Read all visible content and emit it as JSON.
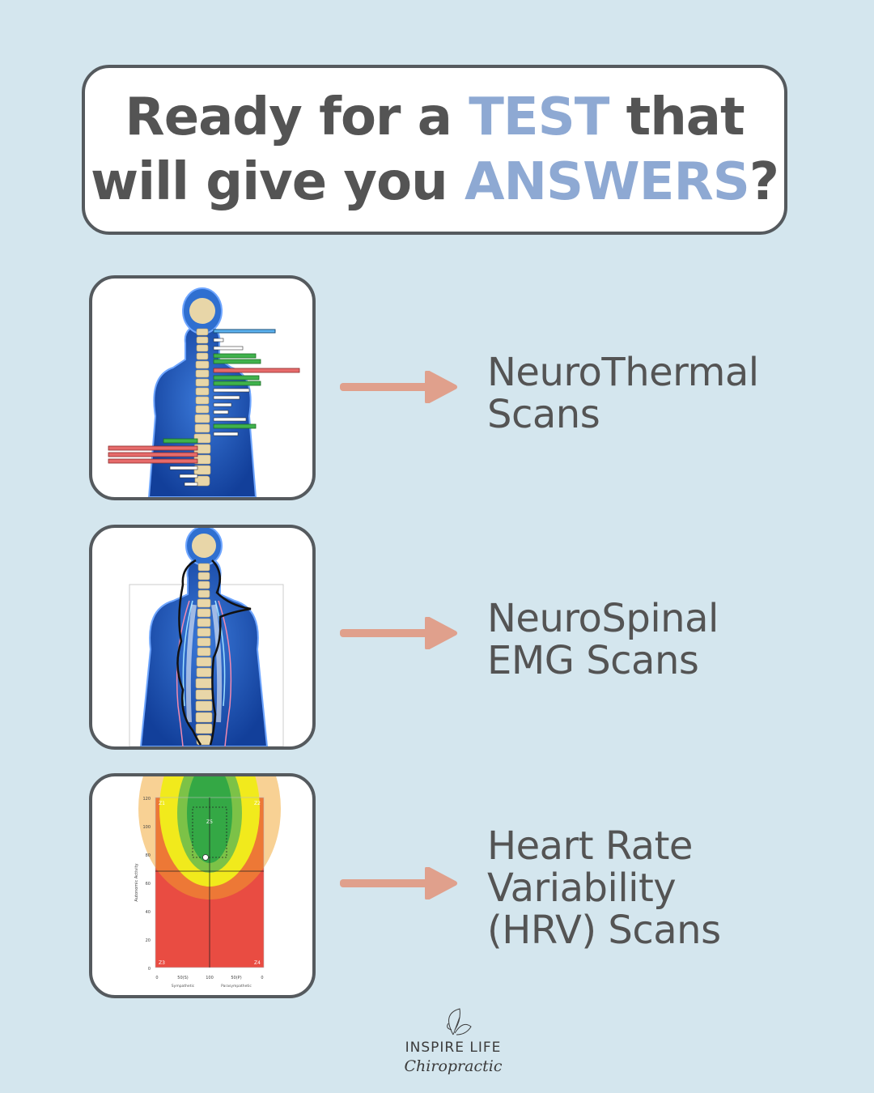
{
  "headline": {
    "line1": {
      "before": "Ready for a ",
      "accent": "TEST",
      "after": " that"
    },
    "line2": {
      "before": "will give you ",
      "accent": "ANSWERS",
      "after": "?"
    }
  },
  "scans": [
    {
      "line1": "NeuroThermal",
      "line2": "Scans"
    },
    {
      "line1": "NeuroSpinal",
      "line2": "EMG Scans"
    },
    {
      "line1": "Heart Rate",
      "line2": "Variability",
      "line3": "(HRV) Scans"
    }
  ],
  "hrv_chart": {
    "zones": [
      "Z1",
      "Z2",
      "Z3",
      "Z4",
      "Z5"
    ],
    "y_ticks": [
      "120",
      "100",
      "80",
      "60",
      "40",
      "20",
      "0"
    ],
    "x_ticks": [
      "0",
      "50(S)",
      "100",
      "50(P)",
      "0"
    ],
    "ylabel": "Autonomic Activity",
    "xlabel_left": "Sympathetic",
    "xlabel_right": "Parasympathetic"
  },
  "logo": {
    "name": "INSPIRE LIFE",
    "tagline": "Chiropractic"
  },
  "colors": {
    "background": "#d4e6ee",
    "accent": "#8ea9d3",
    "text": "#545454",
    "arrow": "#e0a08c",
    "border": "#555a5e"
  }
}
